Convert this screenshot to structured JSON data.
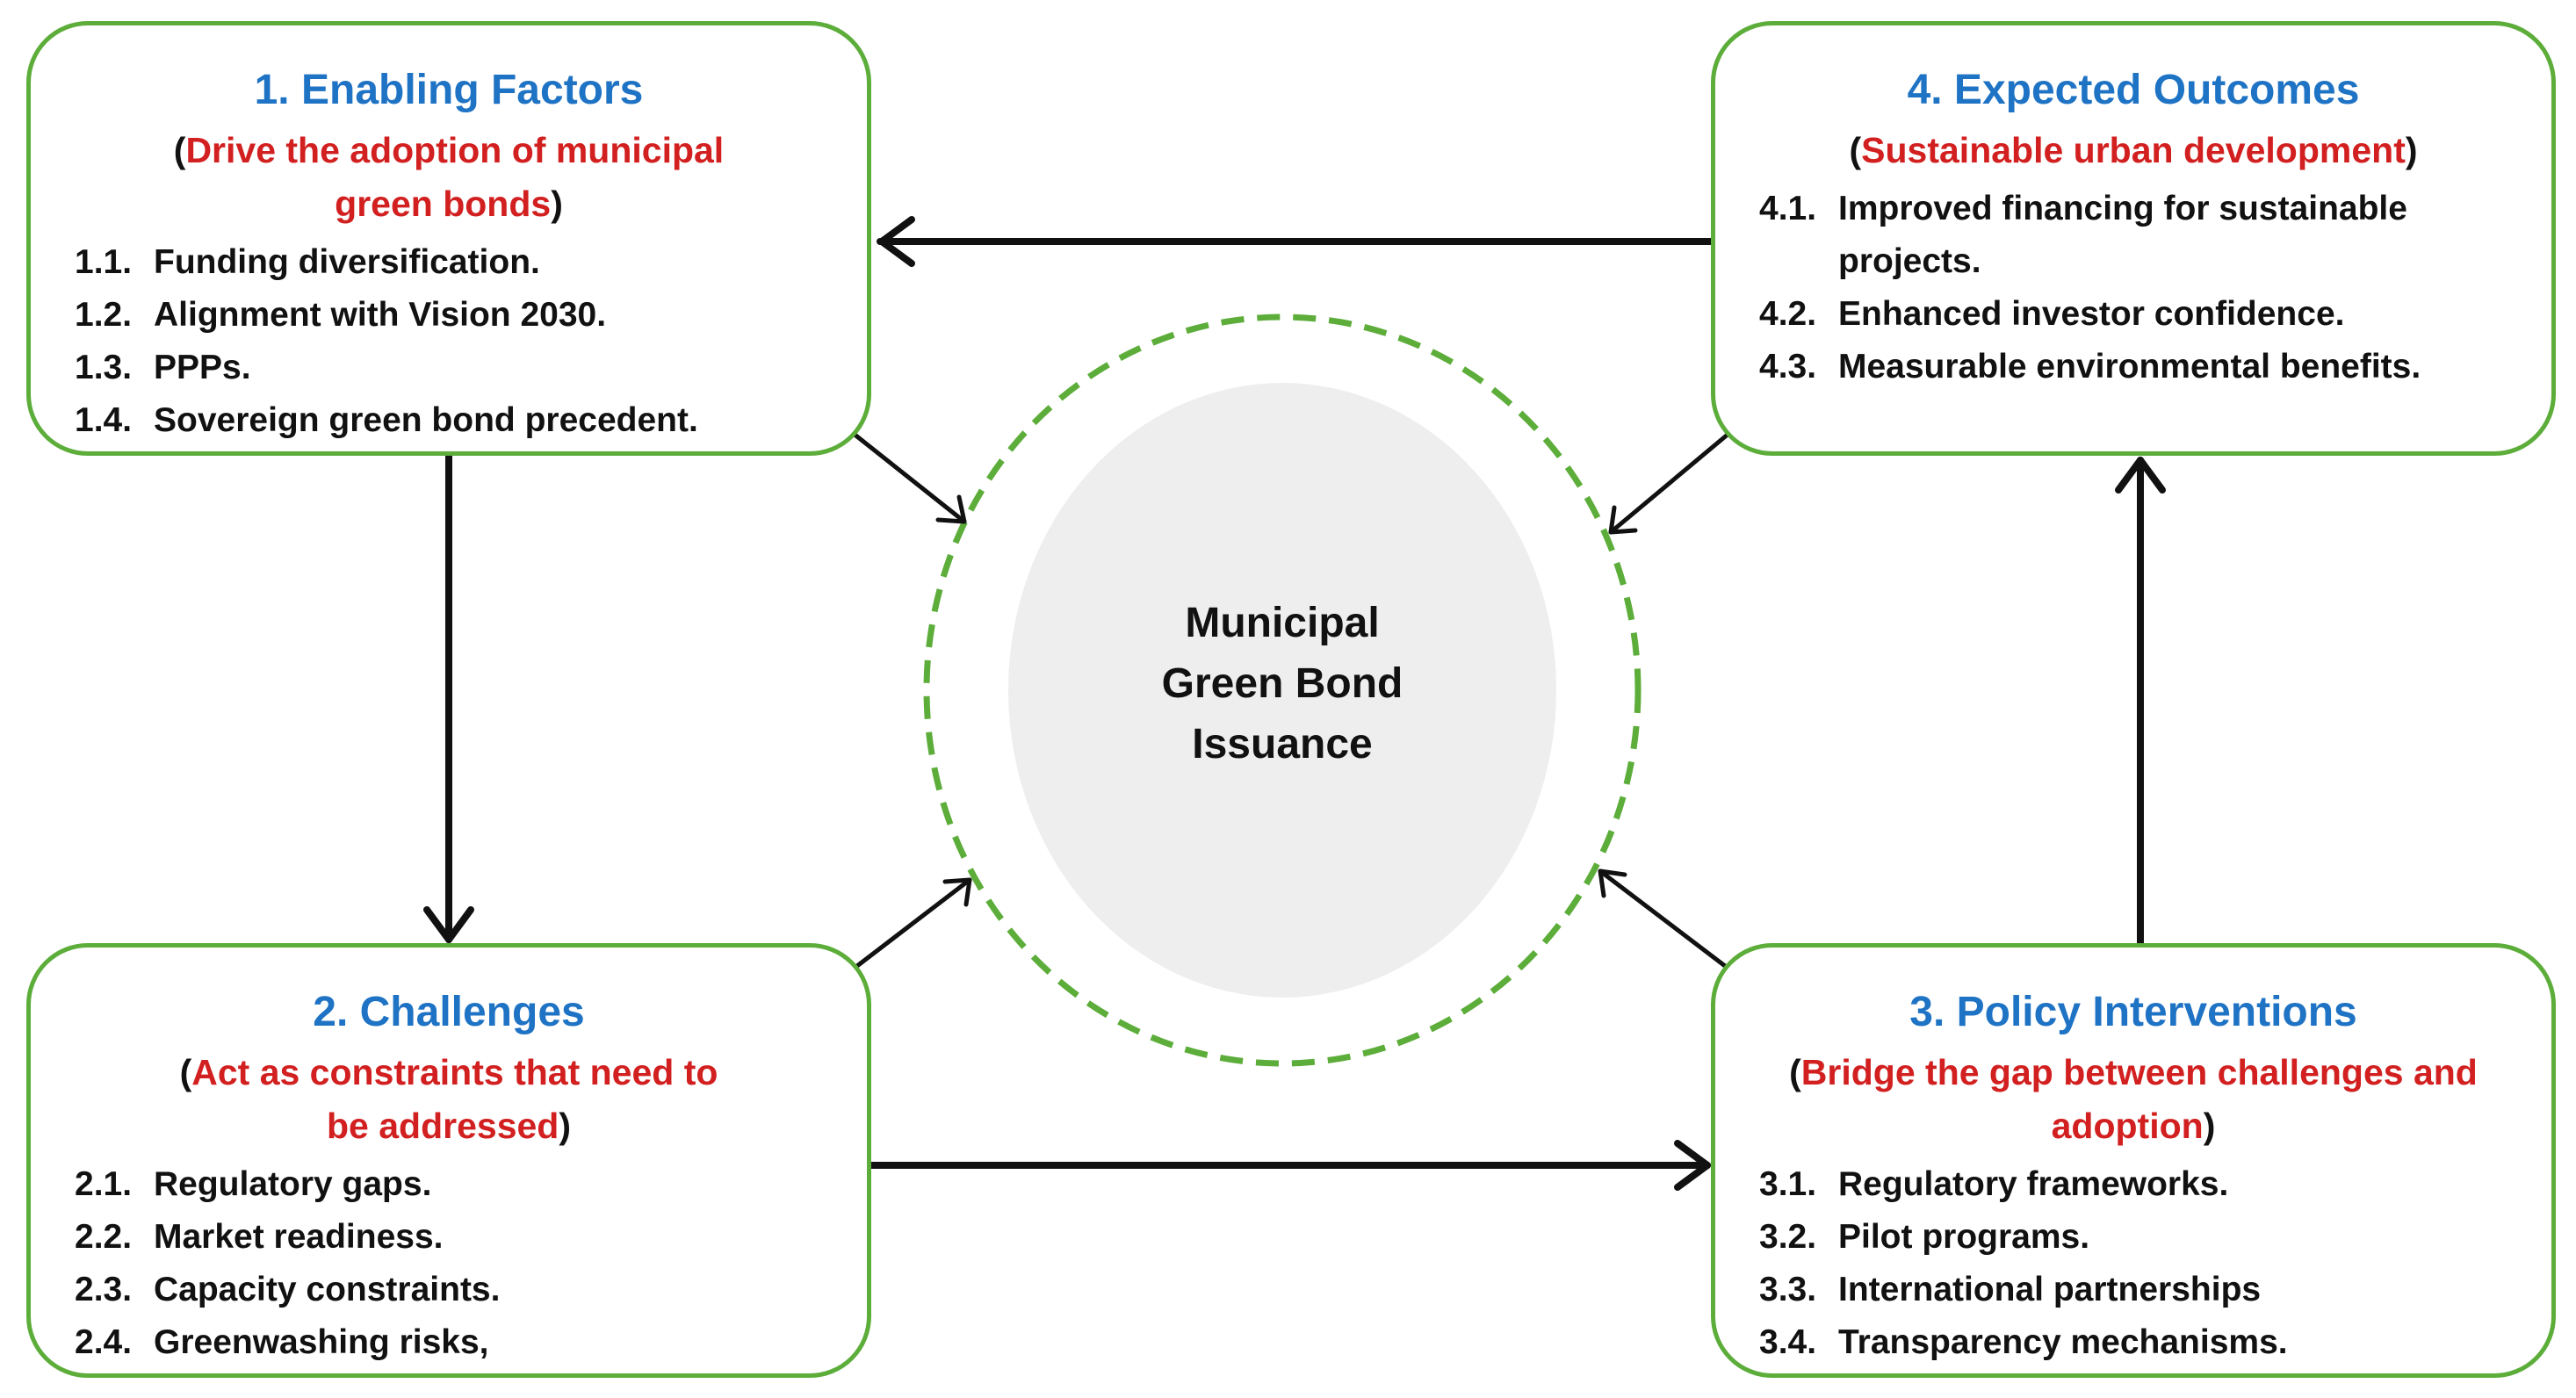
{
  "center": {
    "lines": [
      "Municipal",
      "Green Bond",
      "Issuance"
    ]
  },
  "boxes": {
    "enabling": {
      "title": "1. Enabling Factors",
      "subtitle_open": "(",
      "subtitle_text": "Drive the adoption of municipal green bonds",
      "subtitle_close": ")",
      "items": [
        {
          "num": "1.1.",
          "text": "Funding diversification."
        },
        {
          "num": "1.2.",
          "text": "Alignment with Vision 2030."
        },
        {
          "num": "1.3.",
          "text": "PPPs."
        },
        {
          "num": "1.4.",
          "text": "Sovereign green bond precedent."
        }
      ]
    },
    "challenges": {
      "title": "2. Challenges",
      "subtitle_open": "(",
      "subtitle_text": "Act as constraints that need to be addressed",
      "subtitle_close": ")",
      "items": [
        {
          "num": "2.1.",
          "text": "Regulatory gaps."
        },
        {
          "num": "2.2.",
          "text": "Market readiness."
        },
        {
          "num": "2.3.",
          "text": "Capacity constraints."
        },
        {
          "num": "2.4.",
          "text": "Greenwashing risks,"
        }
      ]
    },
    "policy": {
      "title": "3. Policy Interventions",
      "subtitle_open": "(",
      "subtitle_text": "Bridge the gap between challenges and adoption",
      "subtitle_close": ")",
      "items": [
        {
          "num": "3.1.",
          "text": "Regulatory frameworks."
        },
        {
          "num": "3.2.",
          "text": "Pilot programs."
        },
        {
          "num": "3.3.",
          "text": "International partnerships"
        },
        {
          "num": "3.4.",
          "text": "Transparency mechanisms."
        }
      ]
    },
    "outcomes": {
      "title": "4. Expected Outcomes",
      "subtitle_open": "(",
      "subtitle_text": "Sustainable urban development",
      "subtitle_close": ")",
      "items": [
        {
          "num": "4.1.",
          "text": "Improved financing for sustainable projects."
        },
        {
          "num": "4.2.",
          "text": "Enhanced investor confidence."
        },
        {
          "num": "4.3.",
          "text": "Measurable environmental benefits."
        }
      ]
    }
  },
  "colors": {
    "box_border": "#5cad3a",
    "dashed_circle": "#5cad3a",
    "center_fill": "#eeeeee",
    "title_blue": "#1f73c4",
    "subtitle_red": "#d21f1f",
    "arrow": "#111111"
  }
}
